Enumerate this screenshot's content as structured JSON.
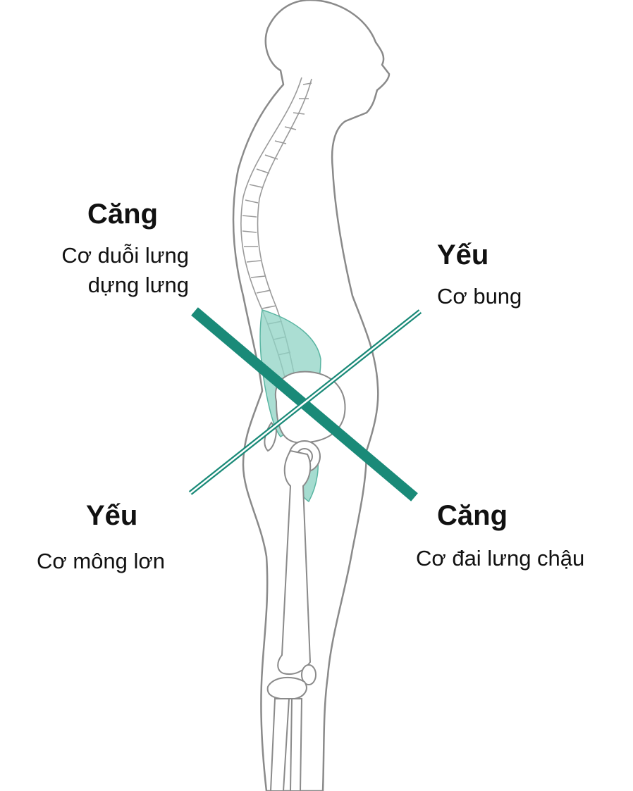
{
  "labels": {
    "upper_left": {
      "state": "Căng",
      "muscle_line1": "Cơ duỗi lưng",
      "muscle_line2": "dựng lưng"
    },
    "upper_right": {
      "state": "Yếu",
      "muscle": "Cơ bung"
    },
    "lower_left": {
      "state": "Yếu",
      "muscle": "Cơ mông lơn"
    },
    "lower_right": {
      "state": "Căng",
      "muscle": "Cơ đai lưng chậu"
    }
  },
  "colors": {
    "tight_axis": "#1a8a78",
    "weak_axis": "#1a8a78",
    "muscle_fill": "#8fd3c4",
    "outline": "#8a8a8a",
    "text": "#111111"
  },
  "icons": [
    "human-body-side-view",
    "spine",
    "pelvis",
    "femur",
    "knee"
  ]
}
